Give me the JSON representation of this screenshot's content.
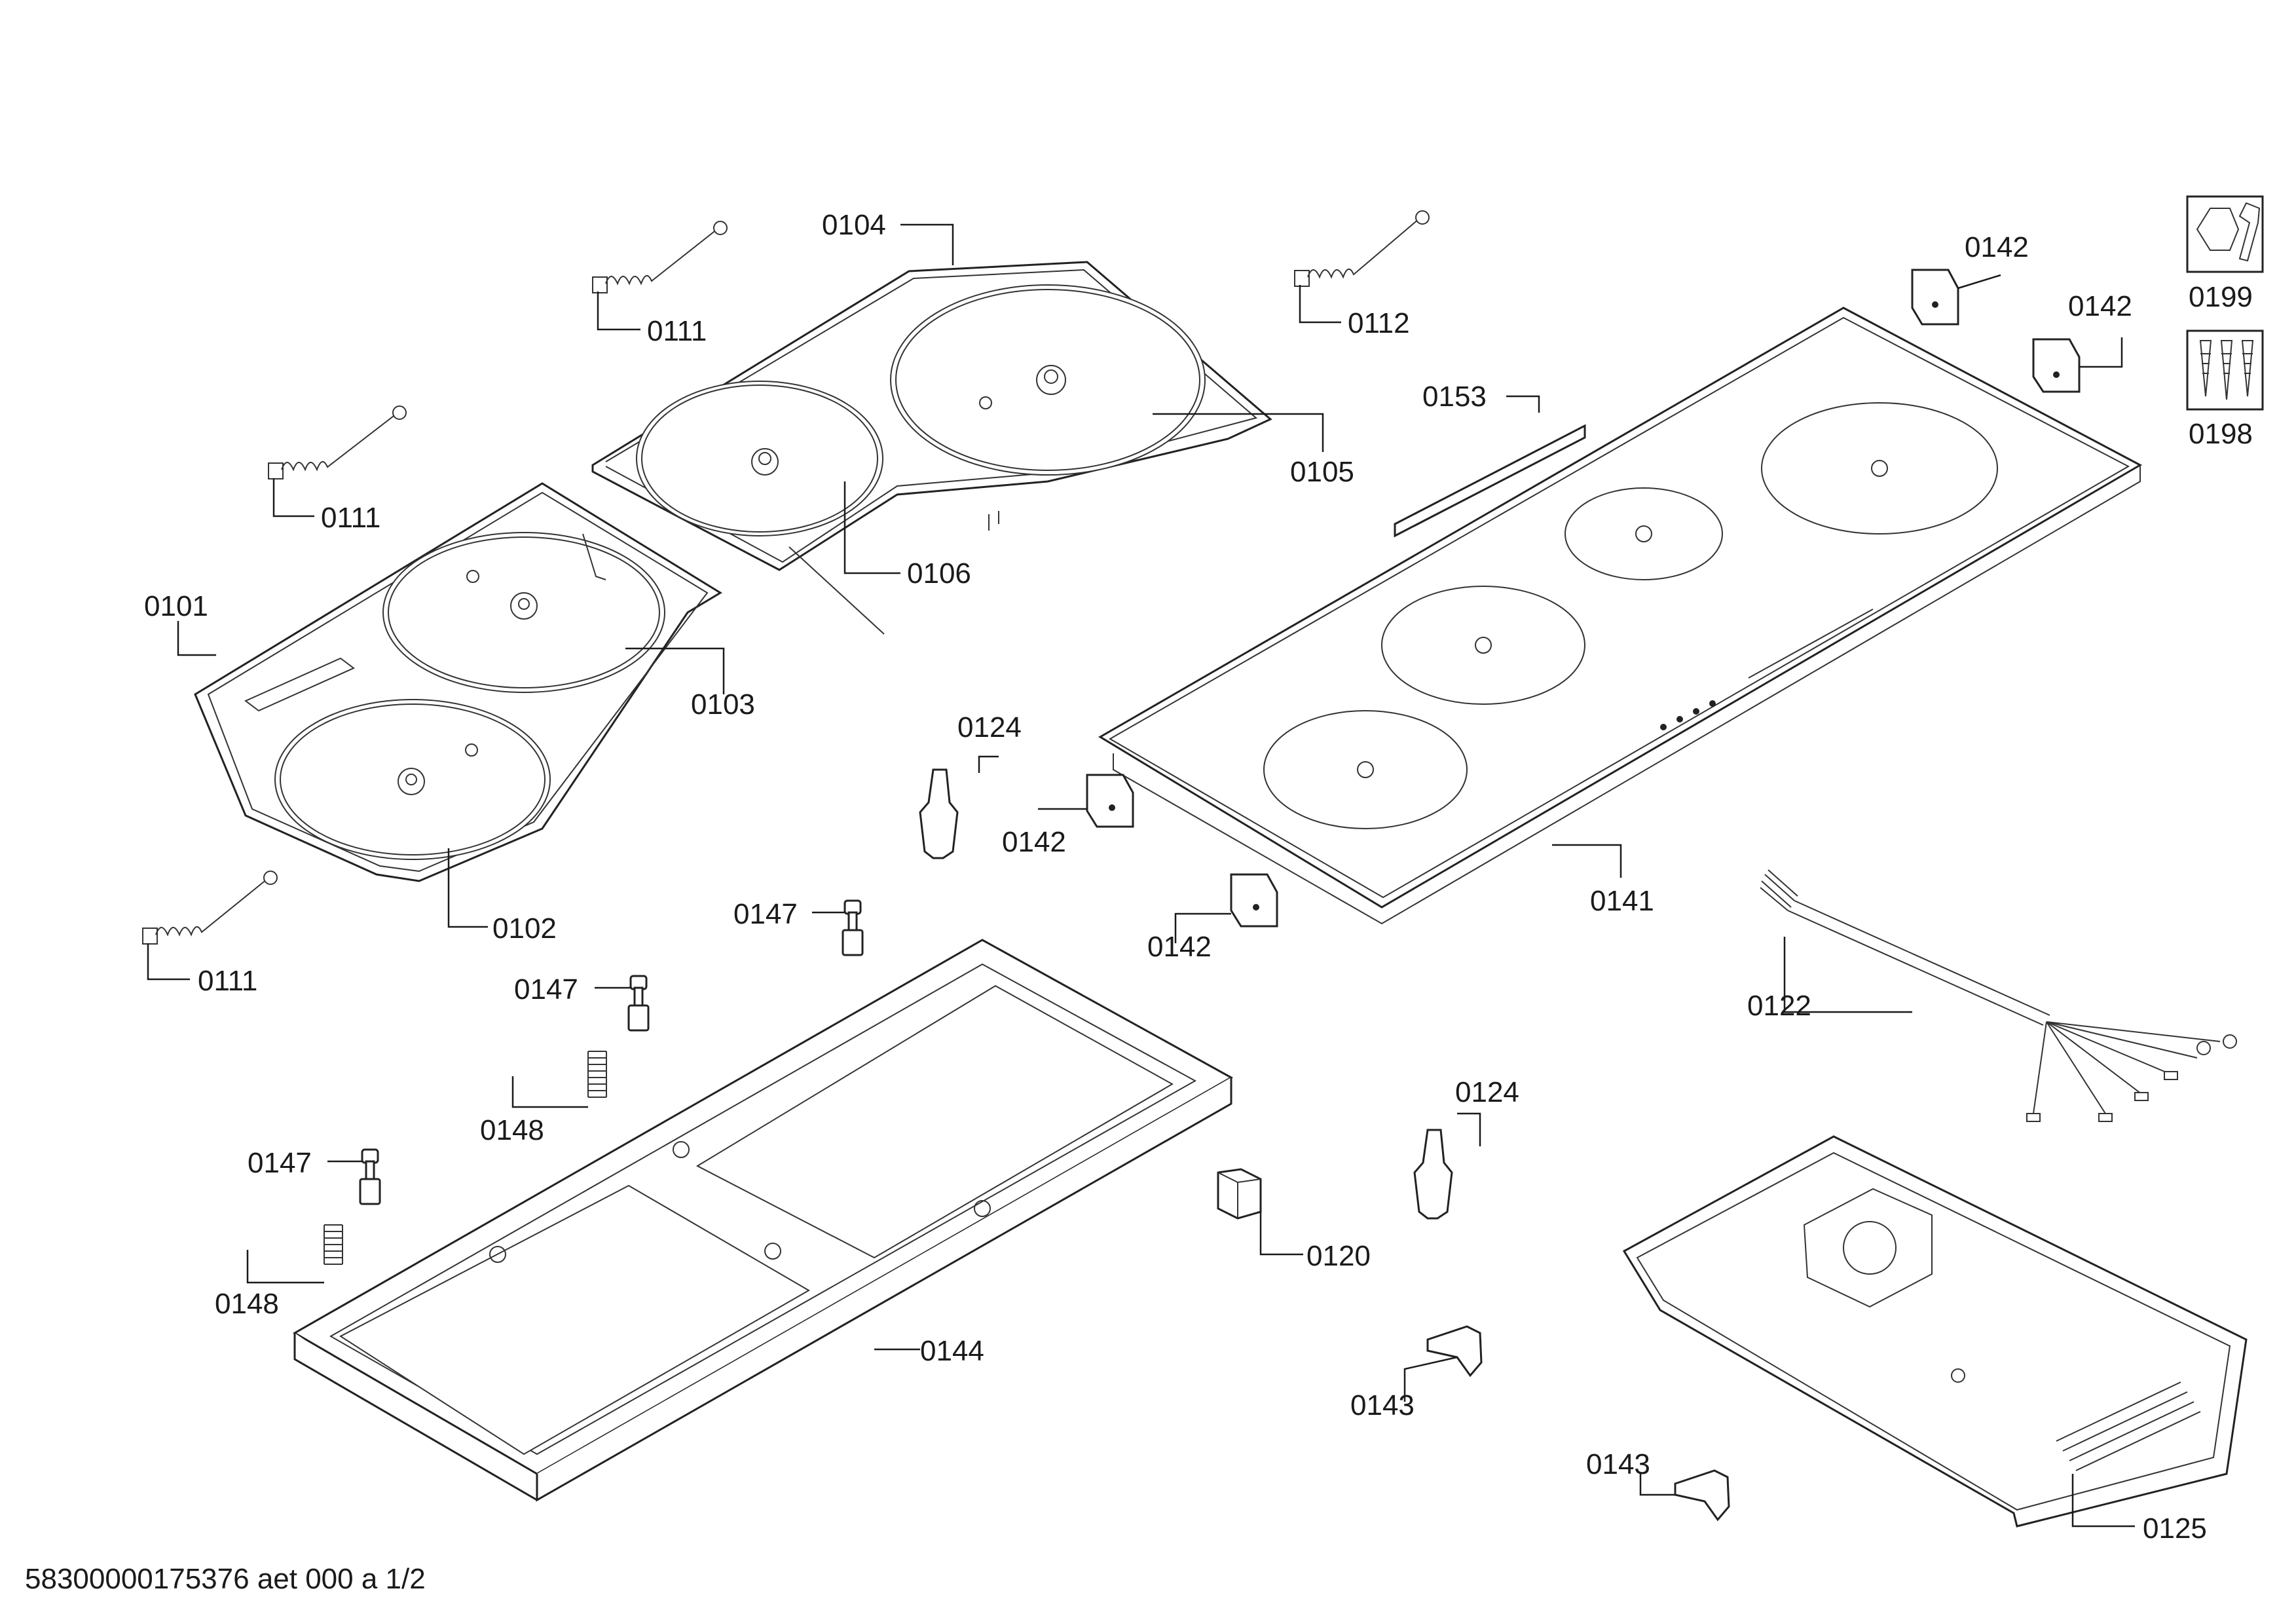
{
  "labels": {
    "p0104": "0104",
    "p0111a": "0111",
    "p0112": "0112",
    "p0111b": "0111",
    "p0105": "0105",
    "p0106": "0106",
    "p0101": "0101",
    "p0103": "0103",
    "p0102": "0102",
    "p0111c": "0111",
    "p0142a": "0142",
    "p0142b": "0142",
    "p0153": "0153",
    "p0199": "0199",
    "p0198": "0198",
    "p0124a": "0124",
    "p0142c": "0142",
    "p0142d": "0142",
    "p0141": "0141",
    "p0147a": "0147",
    "p0147b": "0147",
    "p0148a": "0148",
    "p0147c": "0147",
    "p0148b": "0148",
    "p0144": "0144",
    "p0124b": "0124",
    "p0120": "0120",
    "p0143a": "0143",
    "p0143b": "0143",
    "p0122": "0122",
    "p0125": "0125"
  },
  "footer": "58300000175376 aet 000 a 1/2",
  "icons": {
    "tool": "wrench-nut-icon",
    "screws": "screws-icon"
  }
}
